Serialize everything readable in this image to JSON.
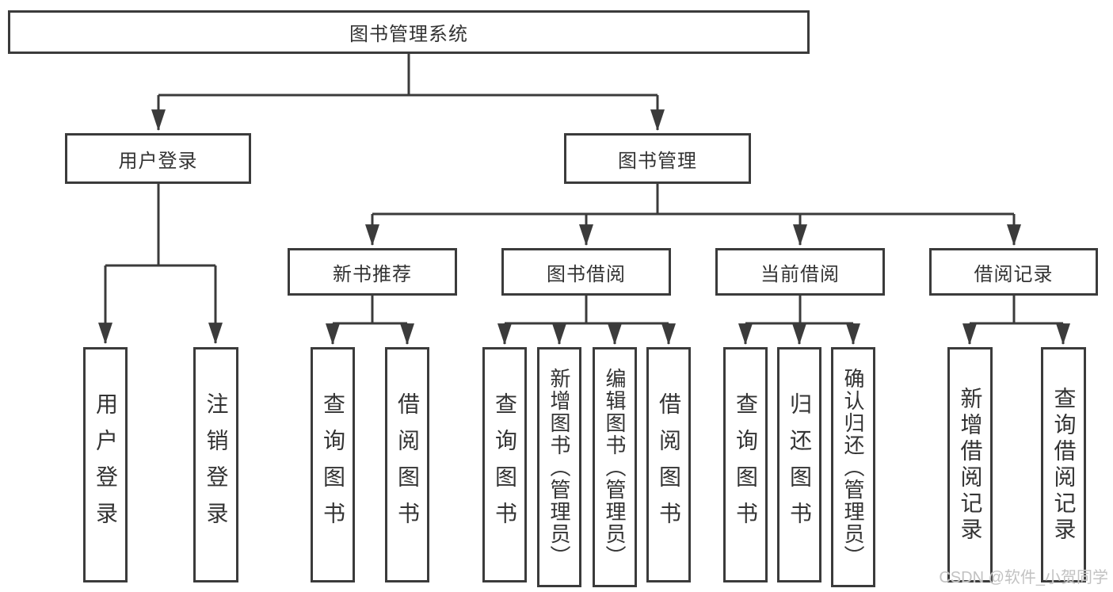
{
  "diagram": {
    "root": {
      "label": "图书管理系统",
      "children": [
        {
          "label": "用户登录",
          "children": [
            {
              "label": "用户登录"
            },
            {
              "label": "注销登录"
            }
          ]
        },
        {
          "label": "图书管理",
          "children": [
            {
              "label": "新书推荐",
              "children": [
                {
                  "label": "查询图书"
                },
                {
                  "label": "借阅图书"
                }
              ]
            },
            {
              "label": "图书借阅",
              "children": [
                {
                  "label": "查询图书"
                },
                {
                  "label": "新增图书（管理员）"
                },
                {
                  "label": "编辑图书（管理员）"
                },
                {
                  "label": "借阅图书"
                }
              ]
            },
            {
              "label": "当前借阅",
              "children": [
                {
                  "label": "查询图书"
                },
                {
                  "label": "归还图书"
                },
                {
                  "label": "确认归还（管理员）"
                }
              ]
            },
            {
              "label": "借阅记录",
              "children": [
                {
                  "label": "新增借阅记录"
                },
                {
                  "label": "查询借阅记录"
                }
              ]
            }
          ]
        }
      ]
    }
  },
  "watermark": {
    "text": "CSDN @软件_小贺同学"
  },
  "colors": {
    "line": "#3b3b3b",
    "border": "#3b3b3b",
    "text": "#333333",
    "watermark": "#c2c2c2",
    "background": "#ffffff"
  }
}
